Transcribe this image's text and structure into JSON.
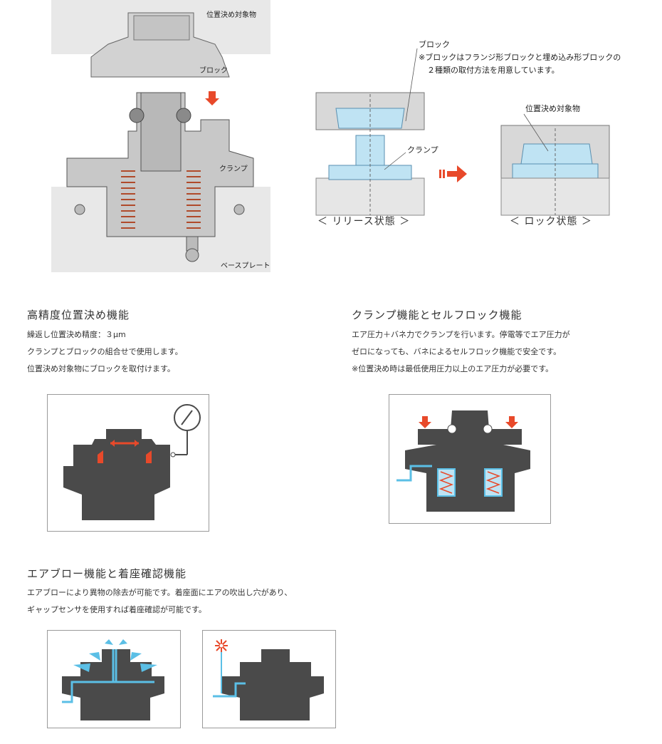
{
  "top_left": {
    "label_target": "位置決め対象物",
    "label_block": "ブロック",
    "label_clamp": "クランプ",
    "label_base": "ベースプレート"
  },
  "top_right": {
    "block_label": "ブロック",
    "note_line1": "※ブロックはフランジ形ブロックと埋め込み形ブロックの",
    "note_line2": "２種類の取付方法を用意しています。",
    "clamp_label": "クランプ",
    "target_label": "位置決め対象物",
    "release_caption": "＜ リリース状態 ＞",
    "lock_caption": "＜ ロック状態 ＞"
  },
  "sections": {
    "precision": {
      "title": "高精度位置決め機能",
      "lines": [
        "繰返し位置決め精度：３μm",
        "クランプとブロックの組合せで使用します。",
        "位置決め対象物にブロックを取付けます。"
      ]
    },
    "clamp": {
      "title": "クランプ機能とセルフロック機能",
      "lines": [
        "エア圧力＋バネ力でクランプを行います。停電等でエア圧力が",
        "ゼロになっても、バネによるセルフロック機能で安全です。",
        "※位置決め時は最低使用圧力以上のエア圧力が必要です。"
      ]
    },
    "airblow": {
      "title": "エアブロー機能と着座確認機能",
      "lines": [
        "エアブローにより異物の除去が可能です。着座面にエアの吹出し穴があり、",
        "ギャップセンサを使用すれば着座確認が可能です。"
      ]
    }
  },
  "colors": {
    "dark_body": "#4a4a4a",
    "accent_red": "#e8492a",
    "accent_blue": "#5bbfe6",
    "light_blue": "#bfe3f3",
    "base_gray": "#e6e6e6"
  }
}
